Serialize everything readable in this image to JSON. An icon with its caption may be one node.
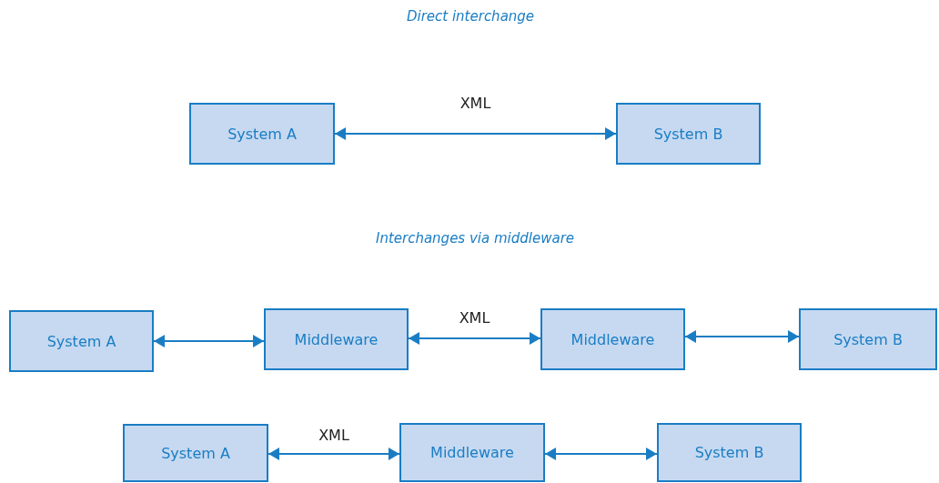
{
  "diagram": {
    "title": "Direct interchange",
    "nodes": [
      {
        "text": [
          "System A"
        ]
      },
      {
        "text": [
          "System B"
        ]
      },
      {
        "text": [
          "System A"
        ]
      },
      {
        "text": [
          "Middleware"
        ]
      },
      {
        "text": [
          "Middleware"
        ]
      },
      {
        "text": [
          "System B"
        ]
      },
      {
        "text": [
          "System A"
        ]
      },
      {
        "text": [
          "Middleware"
        ]
      },
      {
        "text": [
          "System B"
        ]
      }
    ],
    "edges": [
      {
        "from": 0,
        "to": 1,
        "arrow": "both",
        "label": "XML"
      },
      {
        "from": 2,
        "to": 3,
        "arrow": "both"
      },
      {
        "from": 3,
        "to": 4,
        "arrow": "both",
        "label": "XML"
      },
      {
        "from": 4,
        "to": 5,
        "arrow": "both"
      },
      {
        "from": 6,
        "to": 7,
        "arrow": "both",
        "label": "XML"
      },
      {
        "from": 7,
        "to": 8,
        "arrow": "both"
      }
    ],
    "labels": [
      "Interchanges via middleware"
    ]
  }
}
